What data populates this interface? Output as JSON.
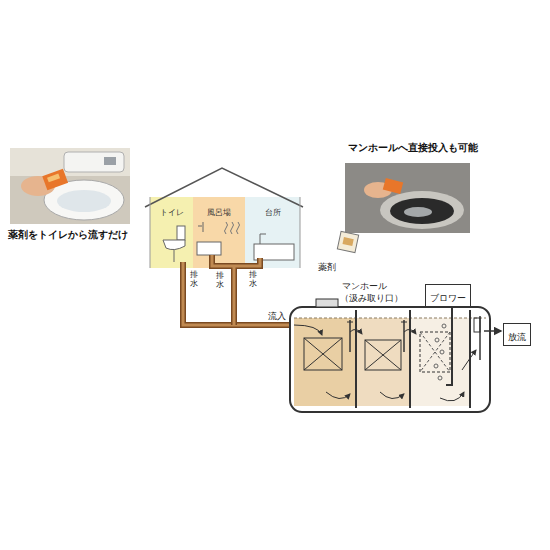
{
  "diagram": {
    "nodes": [
      {
        "text": [
          "トイレ"
        ]
      },
      {
        "text": [
          "風呂場"
        ]
      },
      {
        "text": [
          "台所"
        ]
      },
      {
        "text": [
          "ブロワー"
        ]
      },
      {
        "text": [
          "放流"
        ]
      }
    ],
    "labels": [
      "薬剤をトイレから流すだけ",
      "マンホールへ直接投入も可能",
      "排水",
      "排水",
      "排水",
      "薬剤",
      "マンホール",
      "（汲み取り口）",
      "流入"
    ]
  }
}
